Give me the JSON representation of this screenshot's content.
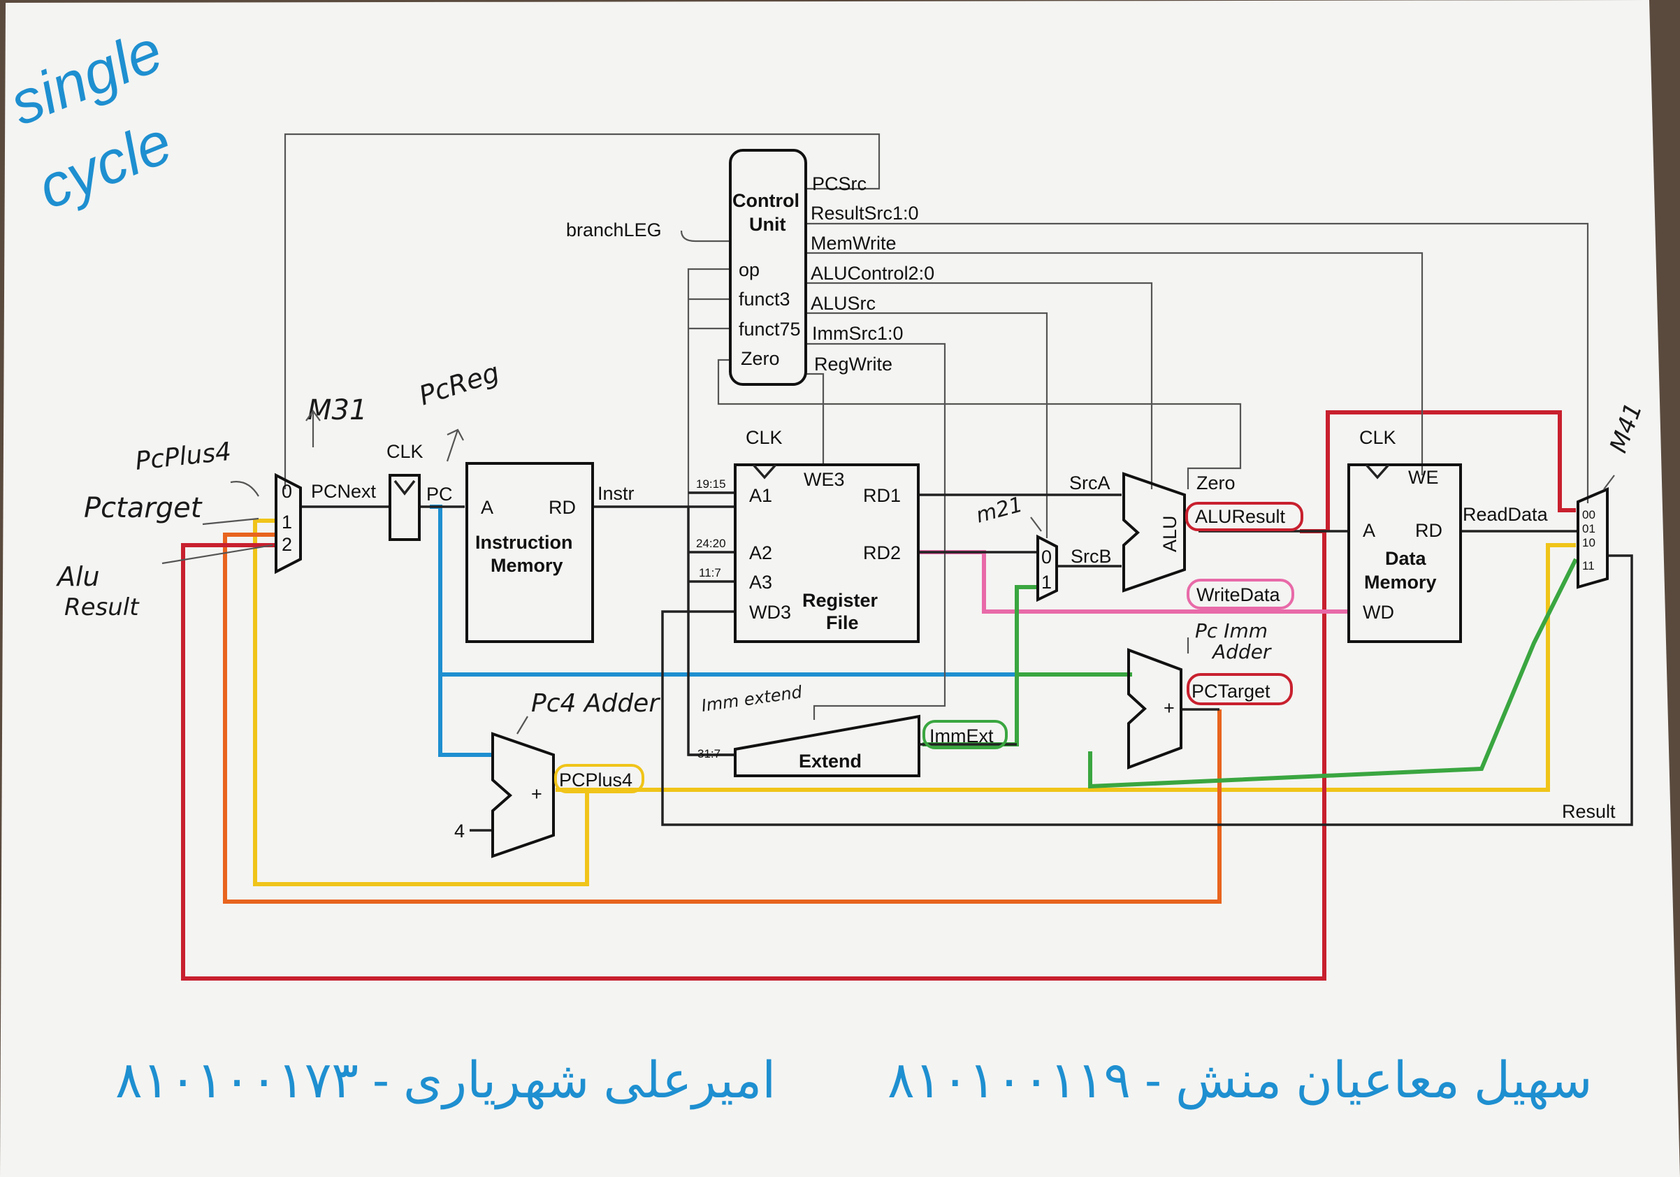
{
  "heading": [
    "single",
    "cycle"
  ],
  "control": {
    "title": [
      "Control",
      "Unit"
    ],
    "inputs": [
      "op",
      "funct3",
      "funct75",
      "Zero"
    ],
    "outputs": [
      "PCSrc",
      "ResultSrc1:0",
      "MemWrite",
      "ALUControl2:0",
      "ALUSrc",
      "ImmSrc1:0",
      "RegWrite"
    ],
    "branch": "branchLEG"
  },
  "pc_mux": {
    "inputs": [
      "0",
      "1",
      "2"
    ],
    "out": "PCNext"
  },
  "pc_reg": {
    "clk": "CLK",
    "out": "PC"
  },
  "imem": {
    "a": "A",
    "rd": "RD",
    "title": [
      "Instruction",
      "Memory"
    ],
    "out": "Instr"
  },
  "regfile": {
    "clk": "CLK",
    "we": "WE3",
    "ports": [
      "A1",
      "A2",
      "A3",
      "WD3"
    ],
    "outs": [
      "RD1",
      "RD2"
    ],
    "title": [
      "Register",
      "File"
    ],
    "bits": [
      "19:15",
      "24:20",
      "11:7",
      "31:7"
    ]
  },
  "alu": {
    "title": "ALU",
    "srca": "SrcA",
    "srcb": "SrcB",
    "zero": "Zero",
    "result": "ALUResult",
    "mux_in": [
      "0",
      "1"
    ]
  },
  "dmem": {
    "clk": "CLK",
    "we": "WE",
    "a": "A",
    "rd": "RD",
    "wd": "WD",
    "title": [
      "Data",
      "Memory"
    ],
    "out": "ReadData",
    "writedata": "WriteData"
  },
  "result_mux": {
    "inputs": [
      "00",
      "01",
      "10",
      "11"
    ]
  },
  "result": "Result",
  "extend": {
    "title": "Extend",
    "out": "ImmExt"
  },
  "pcplus4_label": "PCPlus4",
  "pctarget_label": "PCTarget",
  "four": "4",
  "plus": "+",
  "annotations": {
    "m31": "M31",
    "pcreg": "PcReg",
    "pcplus4": "PcPlus4",
    "pctarget": "Pctarget",
    "aluresult": [
      "Alu",
      "Result"
    ],
    "pc4adder": "Pc4 Adder",
    "immextend": "Imm extend",
    "m21": "m21",
    "m41": "M41",
    "pcimmadder": [
      "Pc Imm",
      "Adder"
    ]
  },
  "signatures": [
    "۸۱۰۱۰۰۱۷۳ - امیرعلی شهریاری",
    "۸۱۰۱۰۰۱۱۹ - سهیل معاعیان منش"
  ],
  "colors": {
    "red": "#c8202e",
    "orange": "#e8641e",
    "yellow": "#f0c419",
    "blue": "#1e8fd0",
    "green": "#3aa640",
    "pink": "#e86aa8",
    "ink": "#1e8fd0"
  }
}
